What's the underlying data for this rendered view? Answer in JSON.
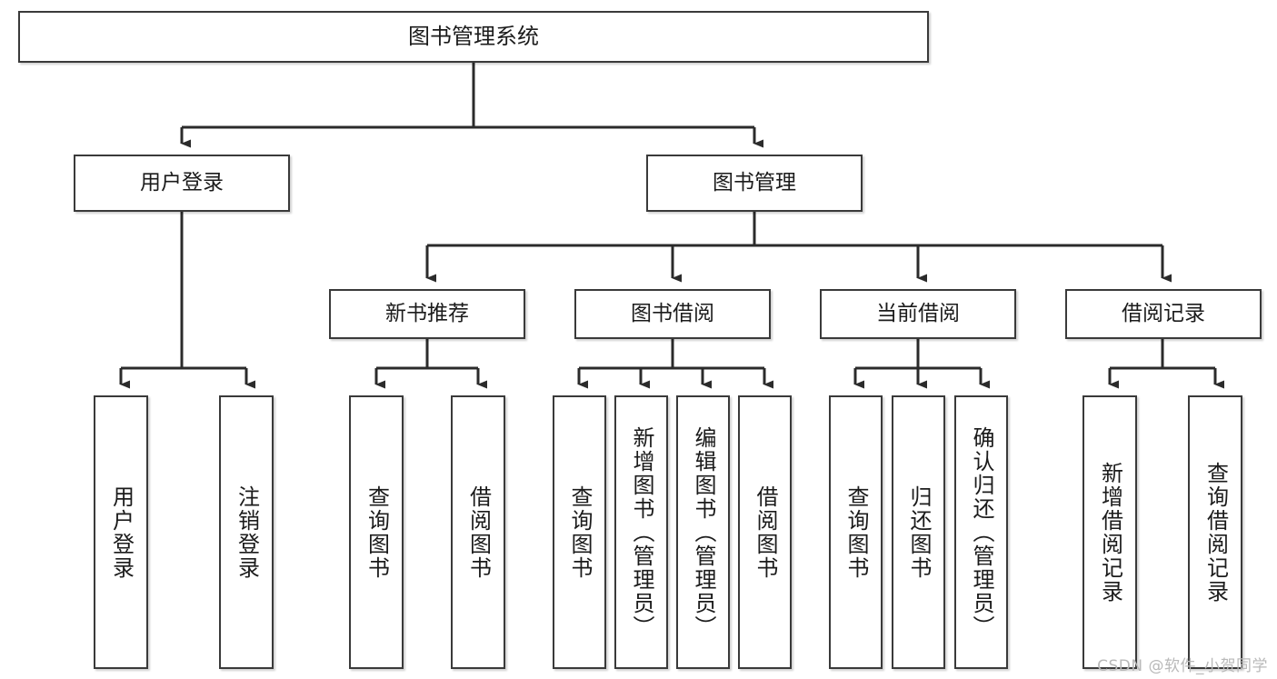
{
  "diagram": {
    "title": "图书管理系统",
    "type": "tree-hierarchy-chart",
    "colors": {
      "background": "#ffffff",
      "node_fill": "#ffffff",
      "node_border": "#3a3a3a",
      "edge": "#2b2b2b",
      "text": "#1b1b1b",
      "watermark": "#b9b9b9"
    },
    "root": {
      "label": "图书管理系统"
    },
    "level1": [
      {
        "label": "用户登录"
      },
      {
        "label": "图书管理"
      }
    ],
    "level2": [
      {
        "label": "新书推荐"
      },
      {
        "label": "图书借阅"
      },
      {
        "label": "当前借阅"
      },
      {
        "label": "借阅记录"
      }
    ],
    "leaves": {
      "user_login": [
        {
          "label": "用户登录"
        },
        {
          "label": "注销登录"
        }
      ],
      "new_book_recommend": [
        {
          "label": "查询图书"
        },
        {
          "label": "借阅图书"
        }
      ],
      "book_borrow": [
        {
          "label": "查询图书"
        },
        {
          "label": "新增图书（管理员）"
        },
        {
          "label": "编辑图书（管理员）"
        },
        {
          "label": "借阅图书"
        }
      ],
      "current_borrow": [
        {
          "label": "查询图书"
        },
        {
          "label": "归还图书"
        },
        {
          "label": "确认归还（管理员）"
        }
      ],
      "borrow_record": [
        {
          "label": "新增借阅记录"
        },
        {
          "label": "查询借阅记录"
        }
      ]
    }
  },
  "watermark": {
    "text": "CSDN @软件_小贺同学"
  }
}
